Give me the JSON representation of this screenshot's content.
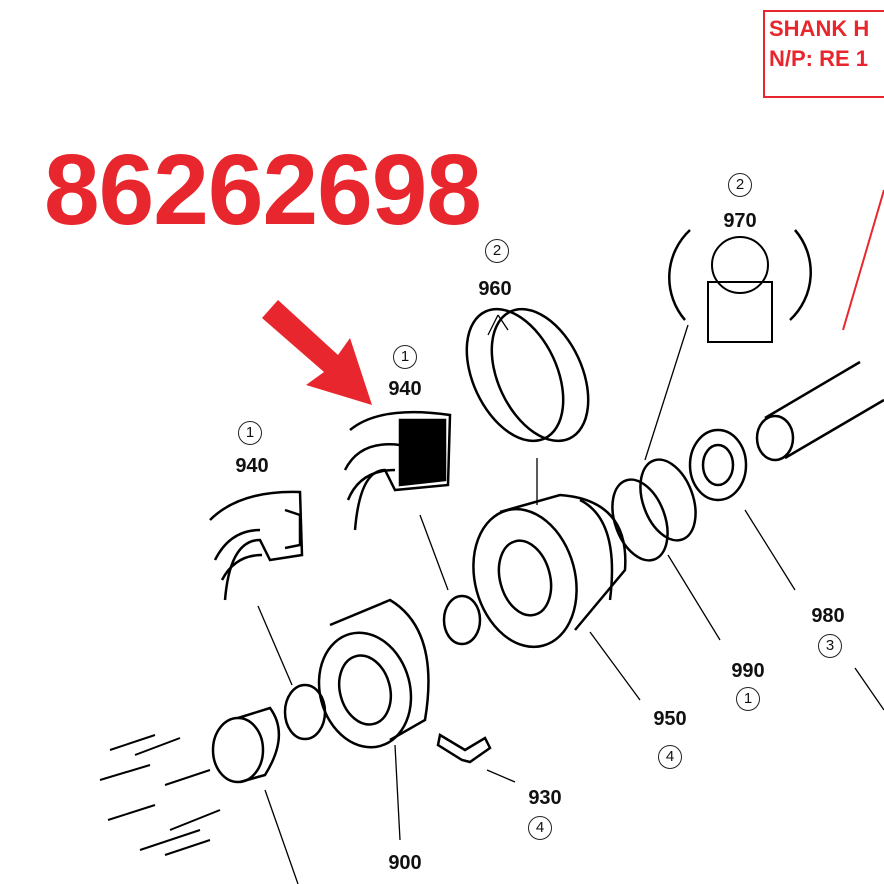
{
  "title": "86262698",
  "note": {
    "line1": "SHANK H",
    "line2": "N/P: RE 1"
  },
  "accent_color": "#e8262d",
  "parts": [
    {
      "number": "940",
      "qty": "1"
    },
    {
      "number": "940",
      "qty": "1"
    },
    {
      "number": "960",
      "qty": "2"
    },
    {
      "number": "970",
      "qty": "2"
    },
    {
      "number": "980",
      "qty": "3"
    },
    {
      "number": "990",
      "qty": "1"
    },
    {
      "number": "950",
      "qty": "4"
    },
    {
      "number": "930",
      "qty": "4"
    },
    {
      "number": "900",
      "qty": null
    }
  ]
}
